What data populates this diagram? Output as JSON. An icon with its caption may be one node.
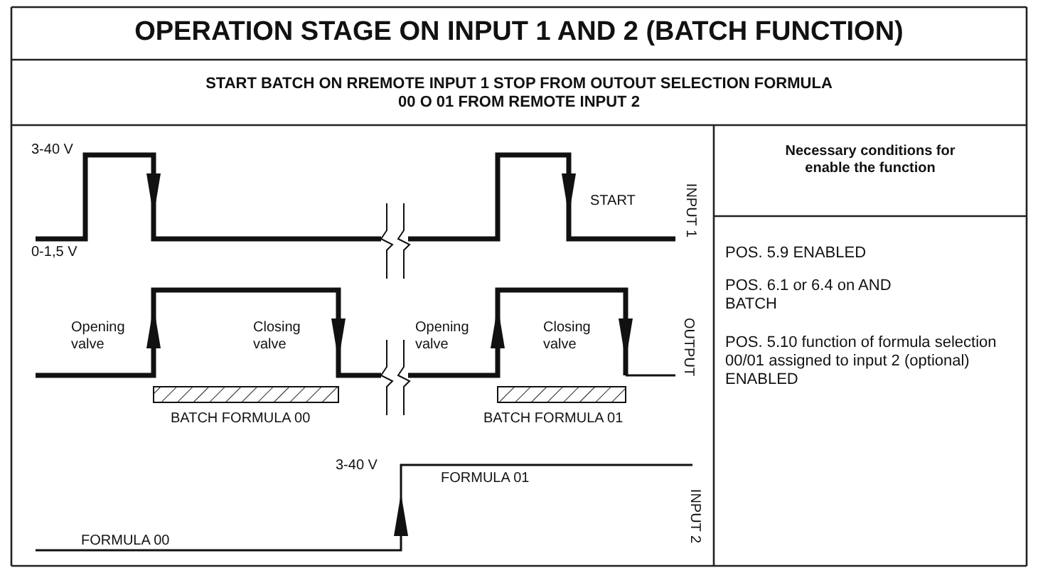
{
  "diagram": {
    "title": "OPERATION STAGE ON INPUT 1 AND 2 (BATCH FUNCTION)",
    "labels": [
      "START BATCH ON RREMOTE INPUT 1 STOP FROM OUTOUT SELECTION FORMULA 00 O 01 FROM REMOTE INPUT 2",
      "3-40 V",
      "START",
      "INPUT 1",
      "0-1,5 V",
      "Opening valve",
      "Closing valve",
      "Opening valve",
      "Closing valve",
      "OUTPUT",
      "BATCH FORMULA 00",
      "BATCH FORMULA 01",
      "3-40 V",
      "FORMULA 01",
      "INPUT 2",
      "FORMULA 00",
      "Necessary conditions for enable the function",
      "POS. 5.9 ENABLED",
      "POS. 6.1 or 6.4 on AND BATCH",
      "POS. 5.10 function of formula selection 00/01 assigned to input 2 (optional) ENABLED"
    ]
  }
}
